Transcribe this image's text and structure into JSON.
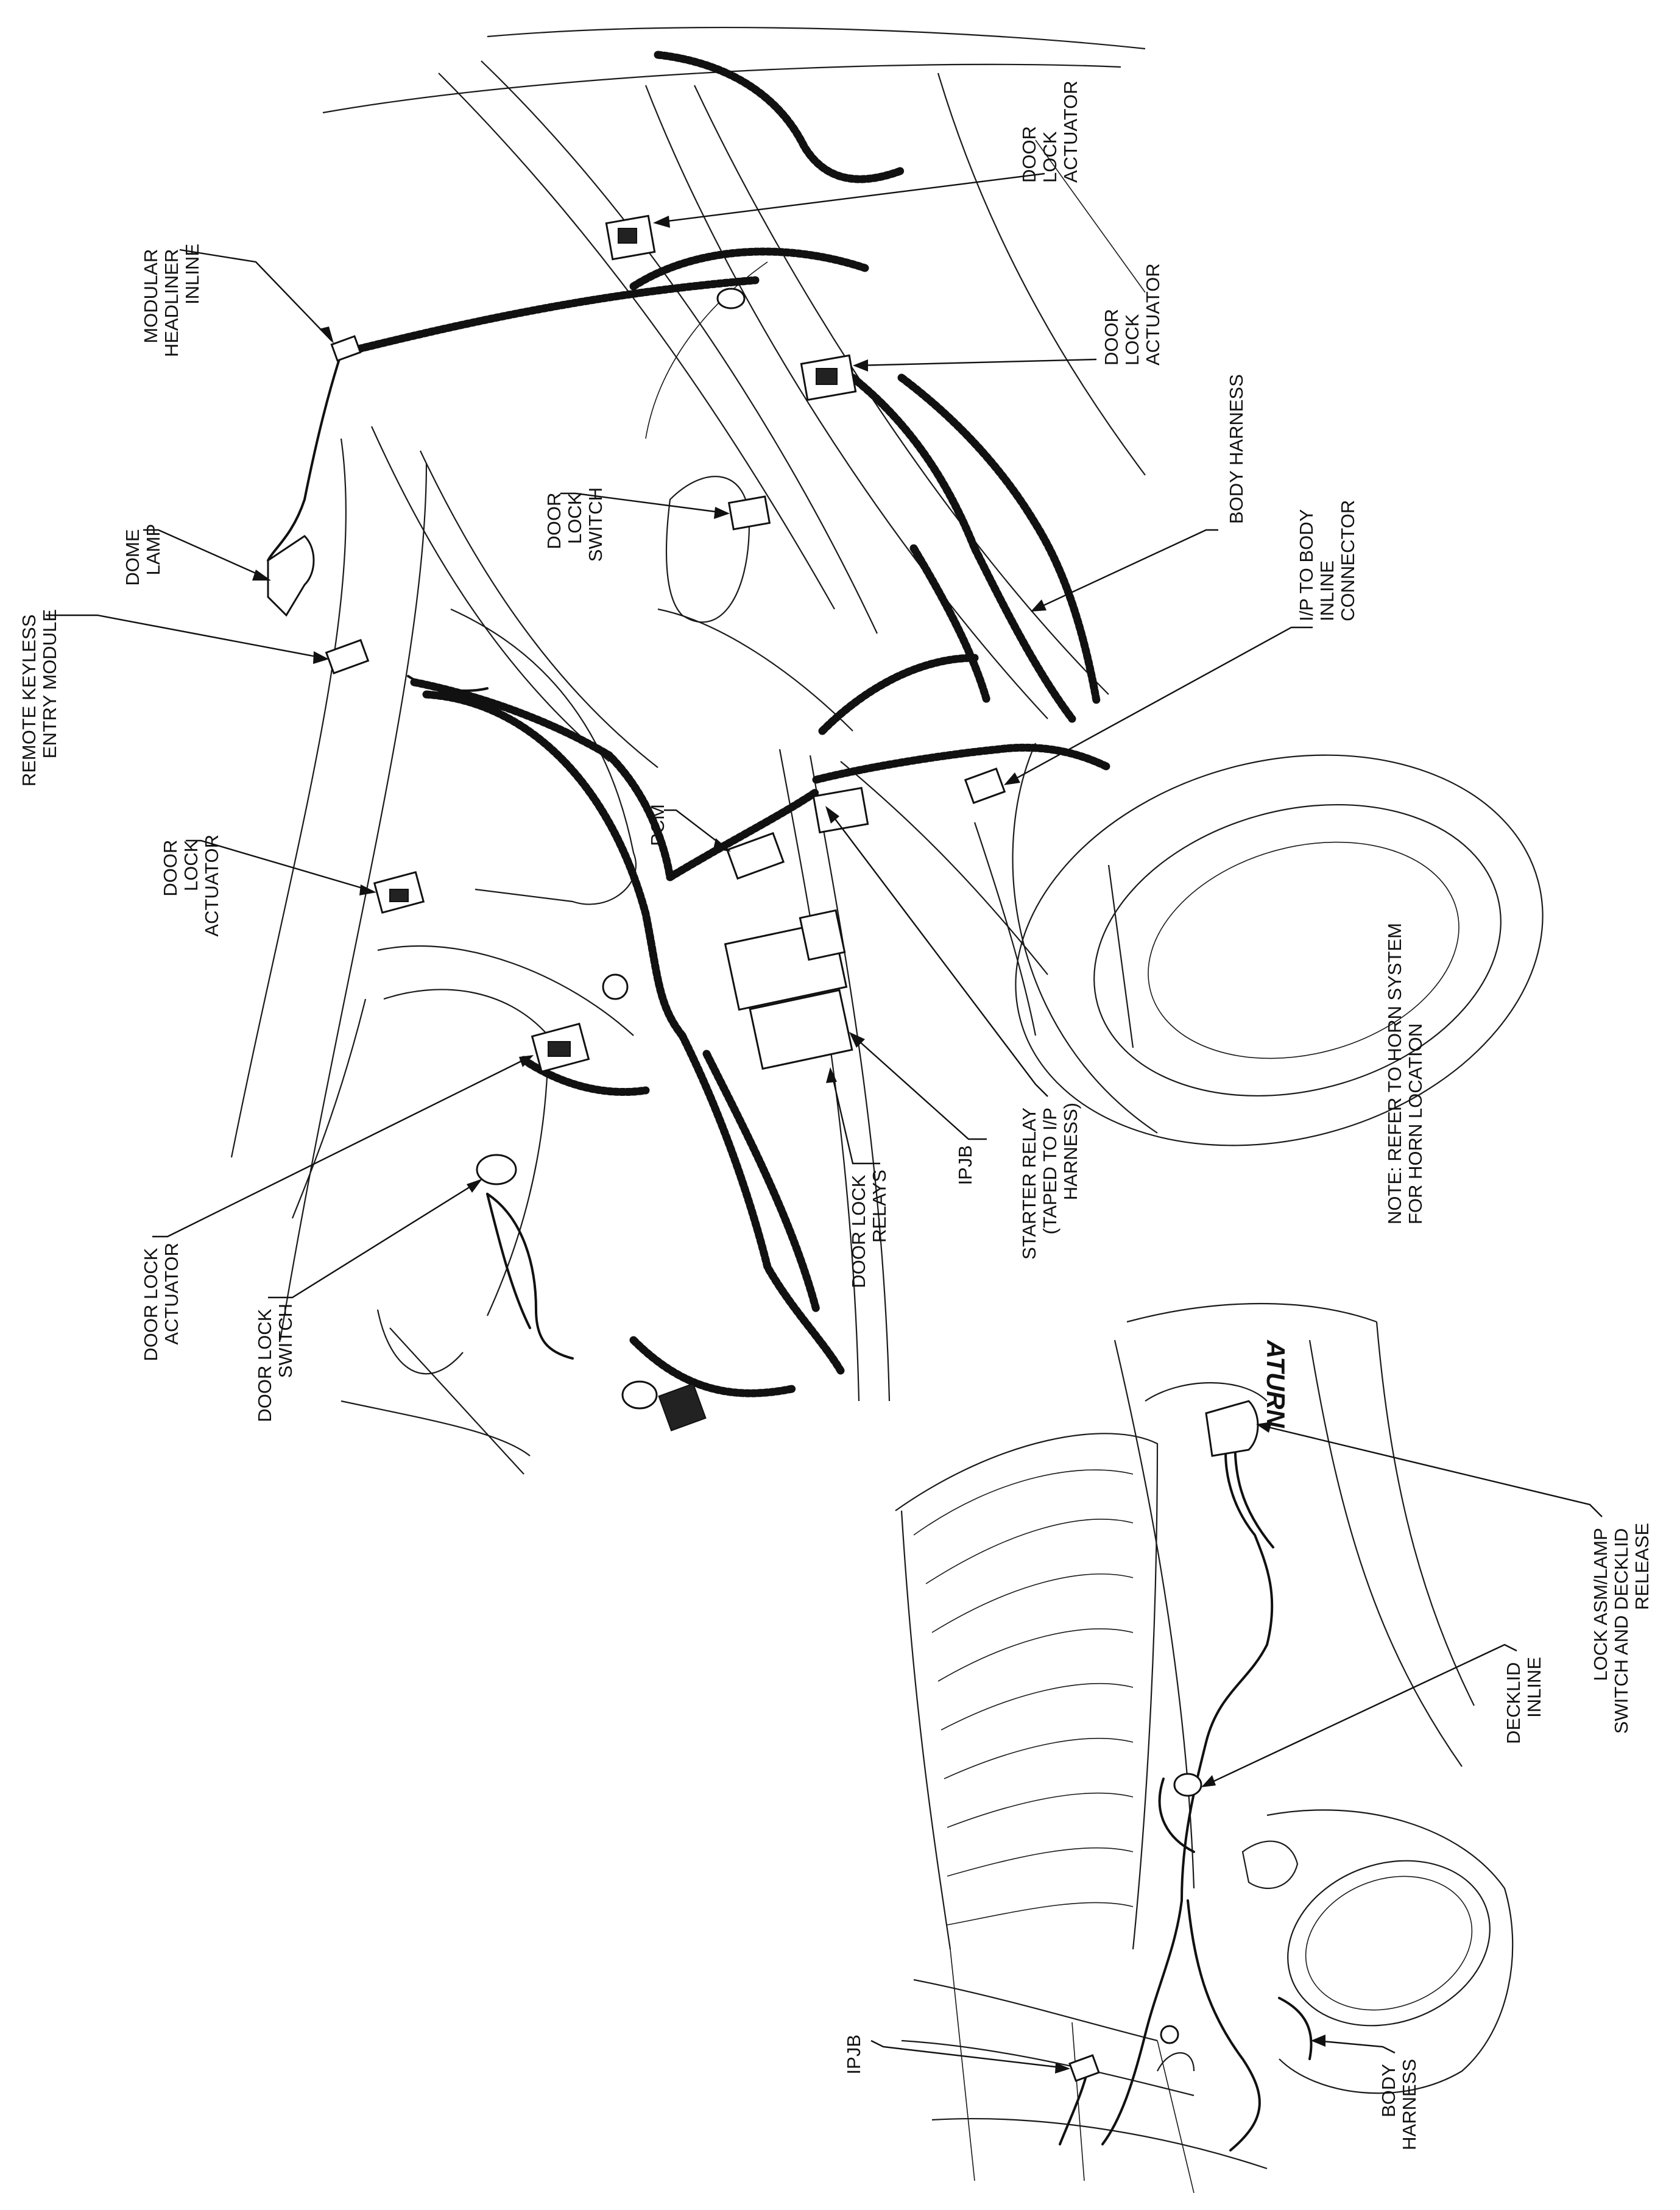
{
  "labels": {
    "modular_headliner_inline": [
      "MODULAR",
      "HEADLINER",
      "INLINE"
    ],
    "remote_keyless_entry_module": [
      "REMOTE KEYLESS",
      "ENTRY MODULE"
    ],
    "dome_lamp": [
      "DOME",
      "LAMP"
    ],
    "door_lock_actuator_rear_left": [
      "DOOR",
      "LOCK",
      "ACTUATOR"
    ],
    "door_lock_actuator_front_left": [
      "DOOR LOCK",
      "ACTUATOR"
    ],
    "door_lock_switch_left": [
      "DOOR LOCK",
      "SWITCH"
    ],
    "pcm": [
      "PCM"
    ],
    "door_lock_switch_right": [
      "DOOR",
      "LOCK",
      "SWITCH"
    ],
    "door_lock_actuator_right_top": [
      "DOOR",
      "LOCK",
      "ACTUATOR"
    ],
    "door_lock_actuator_right_mid": [
      "DOOR",
      "LOCK",
      "ACTUATOR"
    ],
    "body_harness_top": [
      "BODY HARNESS"
    ],
    "ip_to_body_inline": [
      "I/P TO BODY",
      "INLINE",
      "CONNECTOR"
    ],
    "ipjb_main": [
      "IPJB"
    ],
    "door_lock_relays": [
      "DOOR LOCK",
      "RELAYS"
    ],
    "starter_relay": [
      "STARTER RELAY",
      "(TAPED TO I/P",
      "HARNESS)"
    ],
    "note": [
      "NOTE: REFER TO HORN SYSTEM",
      "FOR HORN LOCATION"
    ],
    "lock_asm_lamp": [
      "LOCK ASM/LAMP",
      "SWITCH AND DECKLID",
      "RELEASE"
    ],
    "decklid_inline": [
      "DECKLID",
      "INLINE"
    ],
    "ipjb_rear": [
      "IPJB"
    ],
    "body_harness_rear": [
      "BODY",
      "HARNESS"
    ],
    "badge_text": [
      "ATURN"
    ]
  }
}
